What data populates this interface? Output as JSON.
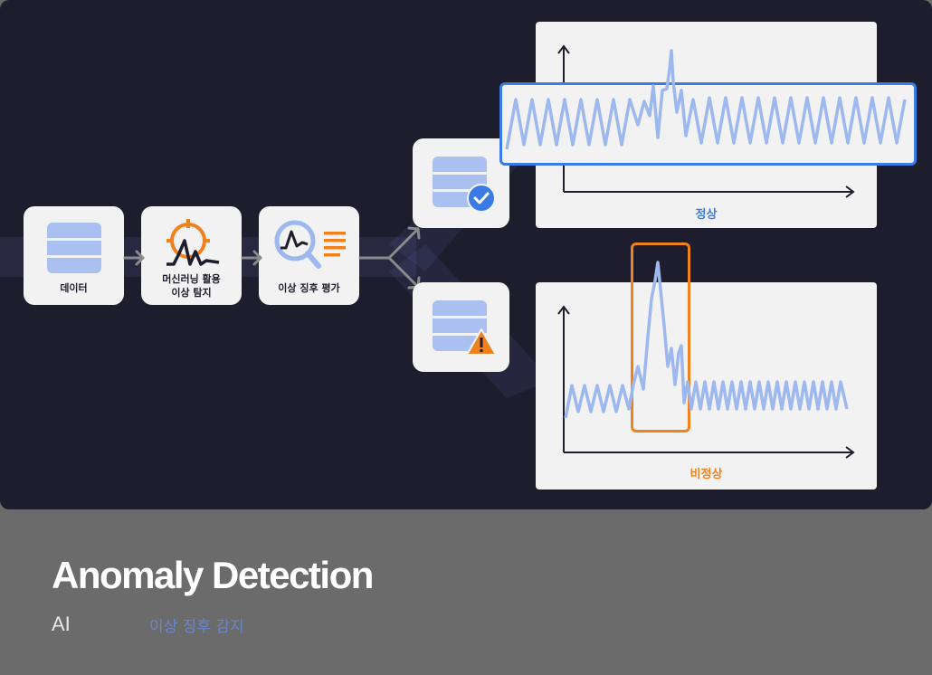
{
  "steps": [
    {
      "line1": "데이터",
      "line2": ""
    },
    {
      "line1": "머신러닝 활용",
      "line2": "이상 탐지"
    },
    {
      "line1": "이상 징후 평가",
      "line2": ""
    }
  ],
  "normal_label": "정상",
  "abnormal_label": "비정상",
  "footer": {
    "title": "Anomaly Detection",
    "category": "AI",
    "subtitle": "이상 징후 감지"
  },
  "colors": {
    "panel_bg": "#1e1d2d",
    "card_bg": "#f2f2f2",
    "normal_blue": "#3a7be6",
    "wave_blue": "#9db8ee",
    "abnormal_orange": "#f0821e",
    "footer_bg": "#6b6b6b"
  },
  "icons": [
    "table-icon",
    "target-icon",
    "magnifier-chart-icon",
    "check-badge-icon",
    "warning-badge-icon"
  ]
}
